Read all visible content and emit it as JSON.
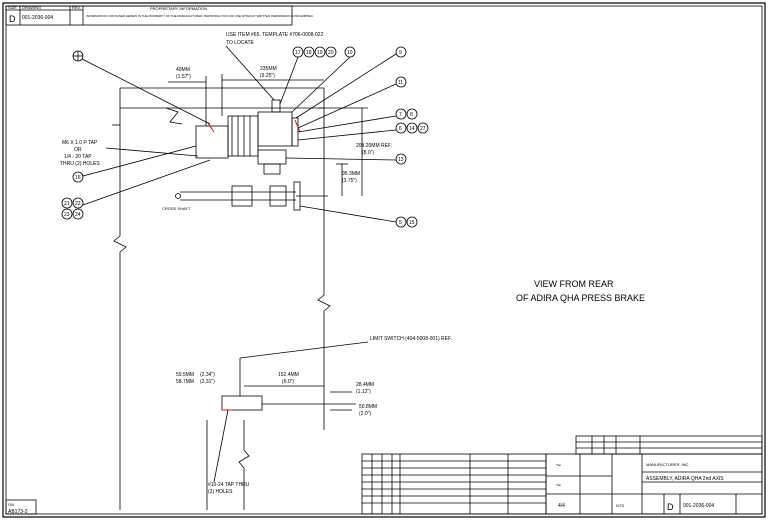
{
  "title_block_top": {
    "size_header": "SIZE",
    "size": "D",
    "drawing_header": "DRAWING",
    "drawing_no": "001-2036-004",
    "rev_header": "REV.",
    "banner": "PROPRIETARY INFORMATION",
    "notice": "INFORMATION CONTAINED HEREIN IS THE PROPERTY OF THE MANUFACTURER. REPRODUCTION OR USE WITHOUT WRITTEN PERMISSION IS PROHIBITED."
  },
  "callouts": {
    "template": "USE ITEM #65, TEMPLATE #706-0008-022",
    "template_2": "TO LOCATE",
    "tap": "M6 X 1.0 P TAP",
    "tap_or": "OR",
    "tap_2": "1/4 - 20 TAP",
    "tap_holes": "THRU (2) HOLES",
    "limit_switch": "LIMIT SWITCH (404-5008-001) REF.",
    "tap_bottom": "#10-24 TAP THRU",
    "tap_bottom_holes": "(2) HOLES",
    "cross_shaft": "CROSS SHAFT"
  },
  "dimensions": {
    "d1_mm": "40MM",
    "d1_in": "(1.57\")",
    "d2_mm": "235MM",
    "d2_in": "(9.25\")",
    "d3_mm": "203.20MM",
    "d3_in": "(8.0\")",
    "d3_ref": "REF.",
    "d4_mm": "95.3MM",
    "d4_in": "(3.75\")",
    "d5a_mm": "59.5MM",
    "d5a_in": "(2.34\")",
    "d5b_mm": "58.7MM",
    "d5b_in": "(2.31\")",
    "d6_mm": "152.4MM",
    "d6_in": "(6.0\")",
    "d7_mm": "28.4MM",
    "d7_in": "(1.12\")",
    "d8_mm": "50.8MM",
    "d8_in": "(2.0\")"
  },
  "balloons": {
    "b17": "17",
    "b18": "18",
    "b19": "19",
    "b20": "20",
    "b10": "10",
    "b9": "9",
    "b11": "11",
    "b7": "7",
    "b8": "8",
    "b6": "6",
    "b14": "14",
    "b27": "27",
    "b13": "13",
    "b16": "16",
    "b21": "21",
    "b22": "22",
    "b23": "23",
    "b24": "24",
    "b5": "5",
    "b15": "15"
  },
  "view_label": {
    "line1": "VIEW FROM REAR",
    "line2": "OF ADIRA QHA PRESS BRAKE"
  },
  "title_block": {
    "company": "MANUFACTURER, INC.",
    "assembly_title": "ASSEMBLY, ADIRA QHA 2nd AXIS",
    "size": "D",
    "drawing_no": "001-2036-004",
    "sheet_ref": "AB173-2",
    "scale": "NTS",
    "tolerance_symbol": "~",
    "sheet_no": "4/4"
  }
}
